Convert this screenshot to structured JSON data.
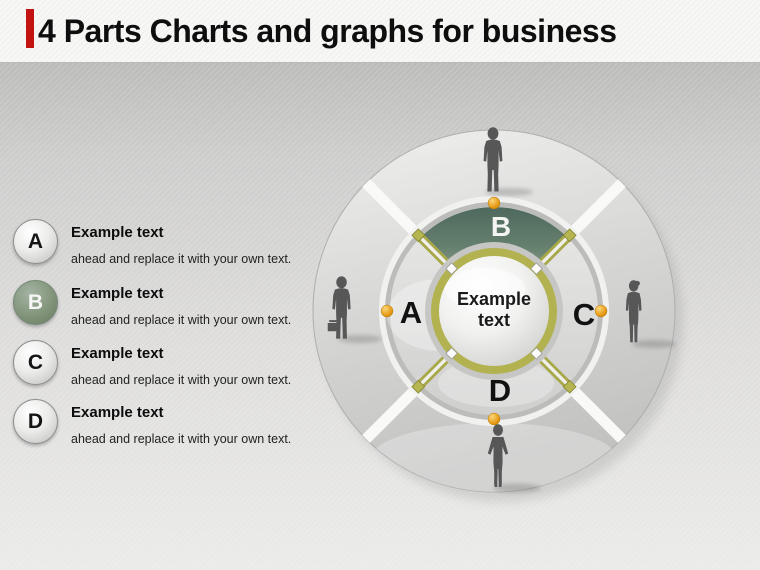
{
  "slide": {
    "title": "4 Parts Charts and graphs for business"
  },
  "list_items": [
    {
      "letter": "A",
      "heading": "Example text",
      "description": "ahead and replace it with your own text."
    },
    {
      "letter": "B",
      "heading": "Example text",
      "description": "ahead and replace it with your own text."
    },
    {
      "letter": "C",
      "heading": "Example text",
      "description": "ahead and replace it with your own text."
    },
    {
      "letter": "D",
      "heading": "Example text",
      "description": "ahead and replace it with your own text."
    }
  ],
  "diagram": {
    "center": {
      "line1": "Example",
      "line2": "text"
    },
    "labels": {
      "left": "A",
      "top": "B",
      "right": "C",
      "bottom": "D"
    }
  },
  "colors": {
    "accent_red": "#c31210",
    "highlight_green": "#5f7a6c",
    "olive_ring": "#b2b250",
    "dot_orange": "#e79b15",
    "silhouette": "#575757"
  },
  "icons": {
    "top": "businessman-icon",
    "left": "businessman-briefcase-icon",
    "right": "businesswoman-icon",
    "bottom": "businesswoman-hips-icon"
  }
}
